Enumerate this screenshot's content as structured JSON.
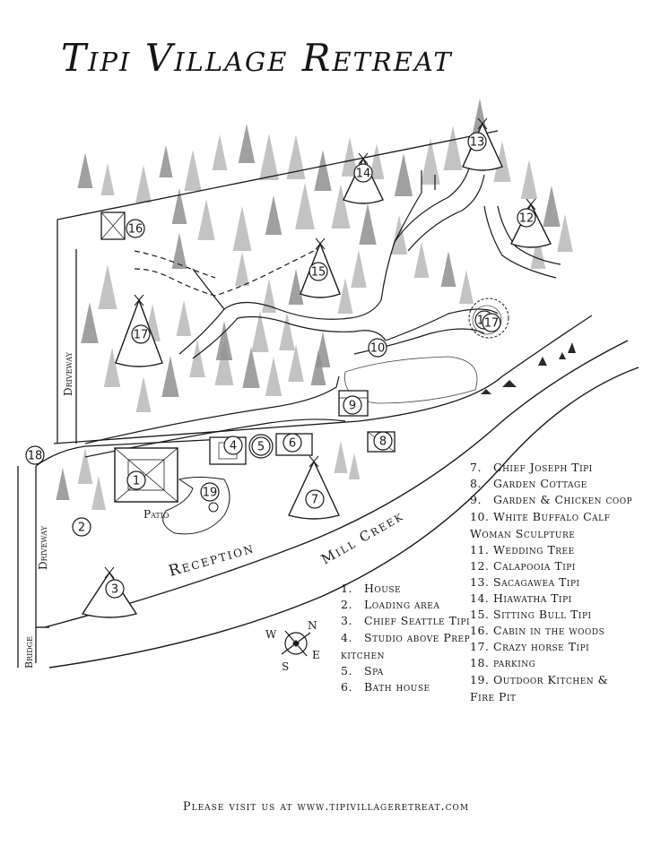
{
  "title": "Tipi Village Retreat",
  "map_labels": {
    "driveway_top": "Driveway",
    "driveway_bottom": "Driveway",
    "bridge": "Bridge",
    "patio": "Patio",
    "reception": "Reception",
    "mill_creek": "Mill Creek",
    "compass": [
      "N",
      "E",
      "S",
      "W"
    ]
  },
  "markers": [
    "1",
    "2",
    "3",
    "4",
    "5",
    "6",
    "7",
    "8",
    "9",
    "10",
    "11",
    "12",
    "13",
    "14",
    "15",
    "16",
    "17",
    "17",
    "18",
    "19"
  ],
  "legend_left": [
    {
      "num": "1.",
      "label": "House"
    },
    {
      "num": "2.",
      "label": "Loading area"
    },
    {
      "num": "3.",
      "label": "Chief Seattle Tipi"
    },
    {
      "num": "4.",
      "label": "Studio above Prep kitchen"
    },
    {
      "num": "5.",
      "label": "Spa"
    },
    {
      "num": "6.",
      "label": "Bath house"
    }
  ],
  "legend_right": [
    {
      "num": "7.",
      "label": "Chief Joseph Tipi"
    },
    {
      "num": "8.",
      "label": "Garden Cottage"
    },
    {
      "num": "9.",
      "label": "Garden & Chicken coop"
    },
    {
      "num": "10.",
      "label": "White Buffalo Calf Woman Sculpture"
    },
    {
      "num": "11.",
      "label": "Wedding Tree"
    },
    {
      "num": "12.",
      "label": "Calapooia Tipi"
    },
    {
      "num": "13.",
      "label": "Sacagawea Tipi"
    },
    {
      "num": "14.",
      "label": "Hiawatha Tipi"
    },
    {
      "num": "15.",
      "label": "Sitting Bull Tipi"
    },
    {
      "num": "16.",
      "label": "Cabin in the woods"
    },
    {
      "num": "17.",
      "label": "Crazy horse Tipi"
    },
    {
      "num": "18.",
      "label": "parking"
    },
    {
      "num": "19.",
      "label": "Outdoor Kitchen & Fire Pit"
    }
  ],
  "footer": "Please visit us at www.tipivillageretreat.com",
  "colors": {
    "ink": "#1a1a1a",
    "trees": "#b8b8b8",
    "tree_dark": "#8f8f8f"
  }
}
